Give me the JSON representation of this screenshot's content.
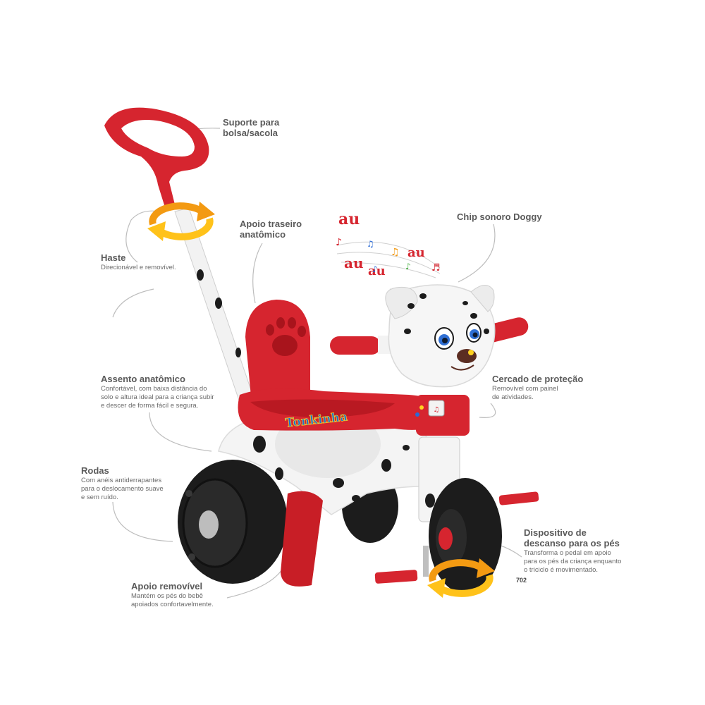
{
  "brand": {
    "logo_text": "Tonkinha"
  },
  "sound": {
    "words": [
      "au",
      "au",
      "au",
      "au"
    ]
  },
  "model_code": "702",
  "labels": {
    "suporte": {
      "title": "Suporte para\nbolsa/sacola",
      "desc": ""
    },
    "haste": {
      "title": "Haste",
      "desc": "Direcionável e removível."
    },
    "apoio_traseiro": {
      "title": "Apoio traseiro\nanatômico",
      "desc": ""
    },
    "chip": {
      "title": "Chip sonoro Doggy",
      "desc": ""
    },
    "assento": {
      "title": "Assento anatômico",
      "desc": "Confortável, com baixa distância do\nsolo e altura ideal para a criança subir\ne descer de forma fácil e segura."
    },
    "cercado": {
      "title": "Cercado de proteção",
      "desc": "Removível com painel\nde atividades."
    },
    "rodas": {
      "title": "Rodas",
      "desc": "Com anéis antiderrapantes\npara o deslocamento suave\ne sem ruído."
    },
    "dispositivo": {
      "title": "Dispositivo de\ndescanso para os pés",
      "desc": "Transforma o pedal em apoio\npara os pés da criança enquanto\no triciclo é movimentado."
    },
    "apoio_removivel": {
      "title": "Apoio removível",
      "desc": "Mantém os pés do bebê\napoiados confortavelmente."
    }
  },
  "colors": {
    "red": "#d6252f",
    "dark_red": "#a8141c",
    "black": "#1c1c1c",
    "white": "#f7f7f7",
    "arrow_orange": "#f39a12",
    "arrow_yellow": "#ffd21f"
  }
}
